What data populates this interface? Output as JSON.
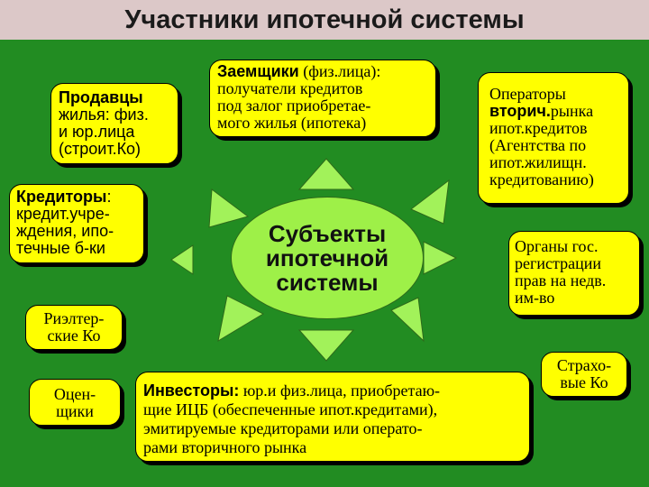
{
  "title": "Участники ипотечной системы",
  "center": {
    "lines": [
      "Субъекты",
      "ипотечной",
      "системы"
    ]
  },
  "sellers": {
    "line1": "Продавцы",
    "line2": "жилья: физ.",
    "line3": "и юр.лица",
    "line4": "(строит.Ко)"
  },
  "borrowers": {
    "bold": "Заемщики",
    "line1_rest": " (физ.лица):",
    "line2": "получатели кредитов",
    "line3": "под залог приобретае-",
    "line4": "мого жилья (ипотека)"
  },
  "operators": {
    "line1": "Операторы",
    "line2_bold": "вторич.",
    "line2_rest": "рынка",
    "line3": "ипот.кредитов",
    "line4": "(Агентства по",
    "line5": "ипот.жилищн.",
    "line6": "кредитованию)"
  },
  "creditors": {
    "bold": "Кредиторы",
    "line1_rest": ":",
    "line2": "кредит.учре-",
    "line3": "ждения, ипо-",
    "line4": "течные б-ки"
  },
  "registration": {
    "lines": [
      "Органы гос.",
      "регистрации",
      "прав на недв.",
      "им-во"
    ]
  },
  "realtors": {
    "lines": [
      "Риэлтер-",
      "ские Ко"
    ]
  },
  "insurers": {
    "lines": [
      "Страхо-",
      "вые Ко"
    ]
  },
  "appraisers": {
    "lines": [
      "Оцен-",
      "щики"
    ]
  },
  "investors": {
    "bold": "Инвесторы:",
    "line1_rest": " юр.и физ.лица, приобретаю-",
    "line2": "щие ИЦБ (обеспеченные ипот.кредитами),",
    "line3": "эмитируемые кредиторами или операто-",
    "line4": "рами вторичного рынка"
  },
  "colors": {
    "box": "#ffff00",
    "panel": "#228c22",
    "sun": "#9ef048",
    "ray": "#a2f25a"
  }
}
